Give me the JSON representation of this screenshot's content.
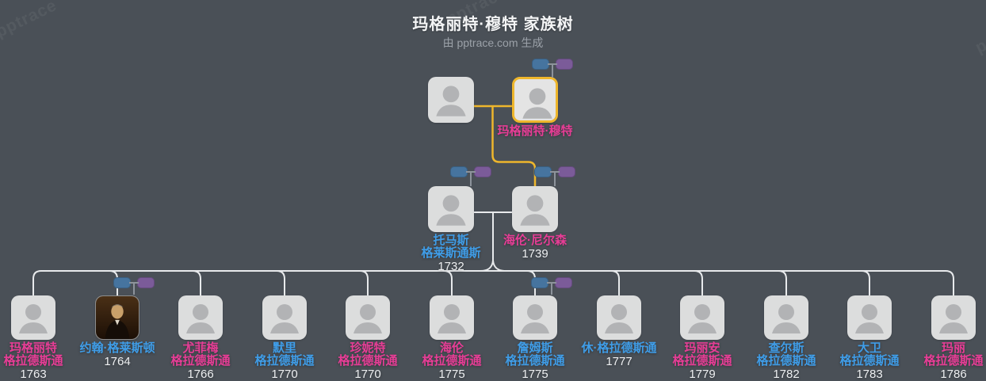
{
  "title": "玛格丽特·穆特 家族树",
  "subtitle": "由 pptrace.com 生成",
  "watermark": "pptrace",
  "colors": {
    "background": "#4a5057",
    "male_name": "#3f9de8",
    "female_name": "#e83d96",
    "highlight_lineage": "#eeb62c",
    "connector_line": "#e8eaec",
    "card_fill": "#dcdddd",
    "silhouette": "#b2b3b5",
    "pill_blue": "#46749f",
    "pill_purple": "#7b5b99",
    "year_text": "#eef0f2"
  },
  "tree": {
    "generation1": {
      "spouse": {
        "name": "",
        "gender": "unknown"
      },
      "root": {
        "name": "玛格丽特·穆特",
        "gender": "female",
        "highlighted": true,
        "parent_pills": true
      }
    },
    "generation2": [
      {
        "name_lines": [
          "托马斯",
          "格莱斯通斯"
        ],
        "year": "1732",
        "gender": "male",
        "parent_pills": true
      },
      {
        "name_lines": [
          "海伦·尼尔森"
        ],
        "year": "1739",
        "gender": "female",
        "parent_pills": true
      }
    ],
    "children": [
      {
        "name_lines": [
          "玛格丽特",
          "格拉德斯通"
        ],
        "year": "1763",
        "gender": "female"
      },
      {
        "name_lines": [
          "约翰·格莱斯顿"
        ],
        "year": "1764",
        "gender": "male",
        "portrait": true,
        "parent_pills": true
      },
      {
        "name_lines": [
          "尤菲梅",
          "格拉德斯通"
        ],
        "year": "1766",
        "gender": "female"
      },
      {
        "name_lines": [
          "默里",
          "格拉德斯通"
        ],
        "year": "1770",
        "gender": "male"
      },
      {
        "name_lines": [
          "珍妮特",
          "格拉德斯通"
        ],
        "year": "1770",
        "gender": "female"
      },
      {
        "name_lines": [
          "海伦",
          "格拉德斯通"
        ],
        "year": "1775",
        "gender": "female"
      },
      {
        "name_lines": [
          "詹姆斯",
          "格拉德斯通"
        ],
        "year": "1775",
        "gender": "male",
        "parent_pills": true
      },
      {
        "name_lines": [
          "休·格拉德斯通"
        ],
        "year": "1777",
        "gender": "male"
      },
      {
        "name_lines": [
          "玛丽安",
          "格拉德斯通"
        ],
        "year": "1779",
        "gender": "female"
      },
      {
        "name_lines": [
          "查尔斯",
          "格拉德斯通"
        ],
        "year": "1782",
        "gender": "male"
      },
      {
        "name_lines": [
          "大卫",
          "格拉德斯通"
        ],
        "year": "1783",
        "gender": "male"
      },
      {
        "name_lines": [
          "玛丽",
          "格拉德斯通"
        ],
        "year": "1786",
        "gender": "female"
      }
    ]
  }
}
